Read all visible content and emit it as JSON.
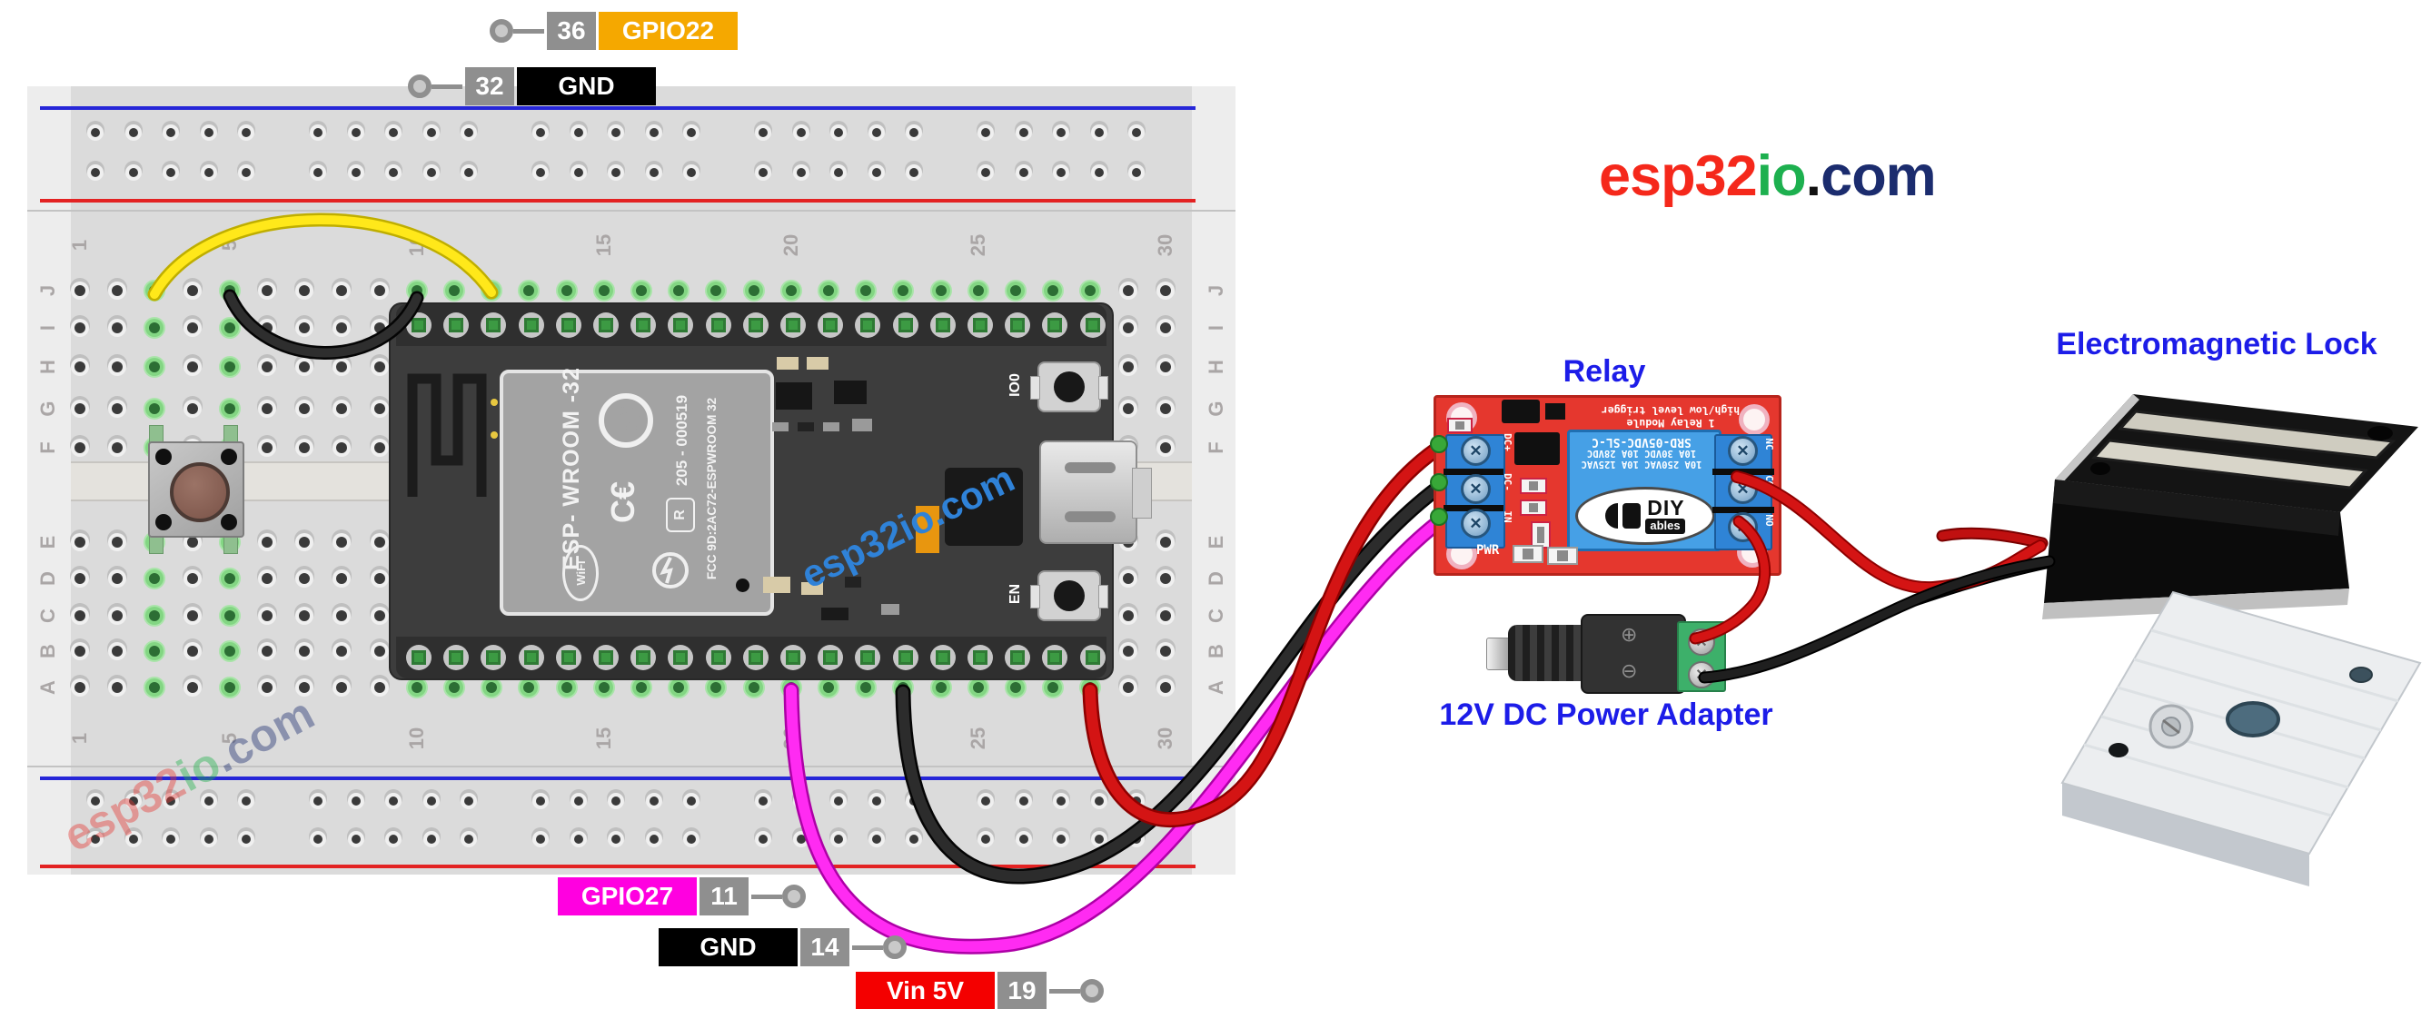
{
  "logo": {
    "esp32": "esp32",
    "io": "io",
    "dot": ".",
    "com": "com",
    "color_esp32": "#f5281b",
    "color_io": "#1db04f",
    "color_dot": "#111111",
    "color_com": "#1b2c6e"
  },
  "labels": {
    "relay": "Relay",
    "lock": "Electromagnetic Lock",
    "adapter": "12V DC Power Adapter",
    "label_color": "#1c1ce8"
  },
  "pin_annotations": {
    "top": [
      {
        "pin": "36",
        "name": "GPIO22",
        "box_color": "#f5a800"
      },
      {
        "pin": "32",
        "name": "GND",
        "box_color": "#000000"
      }
    ],
    "bottom": [
      {
        "pin": "11",
        "name": "GPIO27",
        "box_color": "#ff00e0"
      },
      {
        "pin": "14",
        "name": "GND",
        "box_color": "#000000"
      },
      {
        "pin": "19",
        "name": "Vin 5V",
        "box_color": "#f40000"
      }
    ]
  },
  "breadboard": {
    "row_letters_top": [
      "J",
      "I",
      "H",
      "G",
      "F"
    ],
    "row_letters_bottom": [
      "E",
      "D",
      "C",
      "B",
      "A"
    ],
    "column_numbers": [
      "1",
      "5",
      "10",
      "15",
      "20",
      "25",
      "30"
    ],
    "watermark": {
      "esp32": "esp32",
      "io": "io",
      "com": ".com"
    }
  },
  "esp32": {
    "shield_title": "ESP- WROOM -32",
    "shield_serial": "205 - 000519",
    "shield_fcc": "FCC 9D:2AC72-ESPWROOM 32",
    "shield_ce": "C€",
    "shield_r": "R",
    "wifi_logo": "WiFi",
    "button_io0": "IO0",
    "button_en": "EN",
    "watermark": "esp32io.com"
  },
  "relay": {
    "header_line1": "1 Relay Module",
    "header_line2": "high/low level trigger",
    "cube_lines": [
      "SRD-05VDC-SL-C",
      "10A 30VDC 10A 28VDC",
      "10A 250VAC 10A 125VAC"
    ],
    "brand_diy": "DIY",
    "brand_ables": "ables",
    "left_terminals": [
      "DC+",
      "DC-",
      "IN"
    ],
    "right_terminals": [
      "NC",
      "COM",
      "NO"
    ],
    "pwr": "PWR"
  },
  "adapter": {
    "plus": "⊕",
    "minus": "⊖"
  },
  "wires": {
    "gpio22_yellow": {
      "main": "#ffe81a",
      "outline": "#bfae00"
    },
    "button_gnd": {
      "main": "#2e2e2e",
      "outline": "#050505"
    },
    "gpio27_magenta": {
      "main": "#ff2bf2",
      "outline": "#ad00a6"
    },
    "gnd_black": {
      "main": "#2c2c2c",
      "outline": "#050505"
    },
    "vin_red": {
      "main": "#d41414",
      "outline": "#8e0000"
    },
    "relay_com_to_lock": {
      "main": "#d41414",
      "outline": "#8e0000"
    },
    "relay_no_to_adapter": {
      "main": "#d41414",
      "outline": "#8e0000"
    },
    "adapter_to_lock": {
      "main": "#1f1f1f",
      "outline": "#000000"
    },
    "lock_red_stub": {
      "main": "#c01010",
      "outline": "#7a0000"
    },
    "lock_black_stub": {
      "main": "#151515",
      "outline": "#000000"
    }
  }
}
